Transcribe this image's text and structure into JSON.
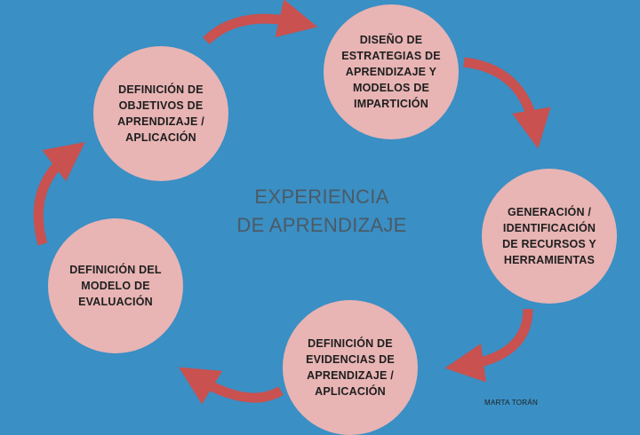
{
  "center_title": "EXPERIENCIA\nDE APRENDIZAJE",
  "author": "MARTA TORÁN",
  "colors": {
    "background": "#3a8fc4",
    "node_fill": "#e8b4b4",
    "arrow": "#c9514f",
    "center_text": "#4b5a66",
    "node_text": "#1e1e1e"
  },
  "nodes": [
    {
      "id": "objetivos",
      "label": "DEFINICIÓN DE\nOBJETIVOS DE\nAPRENDIZAJE /\nAPLICACIÓN"
    },
    {
      "id": "estrategias",
      "label": "DISEÑO DE\nESTRATEGIAS DE\nAPRENDIZAJE Y\nMODELOS DE\nIMPARTICIÓN"
    },
    {
      "id": "recursos",
      "label": "GENERACIÓN /\nIDENTIFICACIÓN\nDE RECURSOS Y\nHERRAMIENTAS"
    },
    {
      "id": "evidencias",
      "label": "DEFINICIÓN DE\nEVIDENCIAS DE\nAPRENDIZAJE /\nAPLICACIÓN"
    },
    {
      "id": "evaluacion",
      "label": "DEFINICIÓN DEL\nMODELO DE\nEVALUACIÓN"
    }
  ],
  "arrows": [
    {
      "from": "objetivos",
      "to": "estrategias",
      "icon": "curved-arrow"
    },
    {
      "from": "estrategias",
      "to": "recursos",
      "icon": "curved-arrow"
    },
    {
      "from": "recursos",
      "to": "evidencias",
      "icon": "curved-arrow"
    },
    {
      "from": "evidencias",
      "to": "evaluacion",
      "icon": "curved-arrow"
    },
    {
      "from": "evaluacion",
      "to": "objetivos",
      "icon": "curved-arrow"
    }
  ]
}
